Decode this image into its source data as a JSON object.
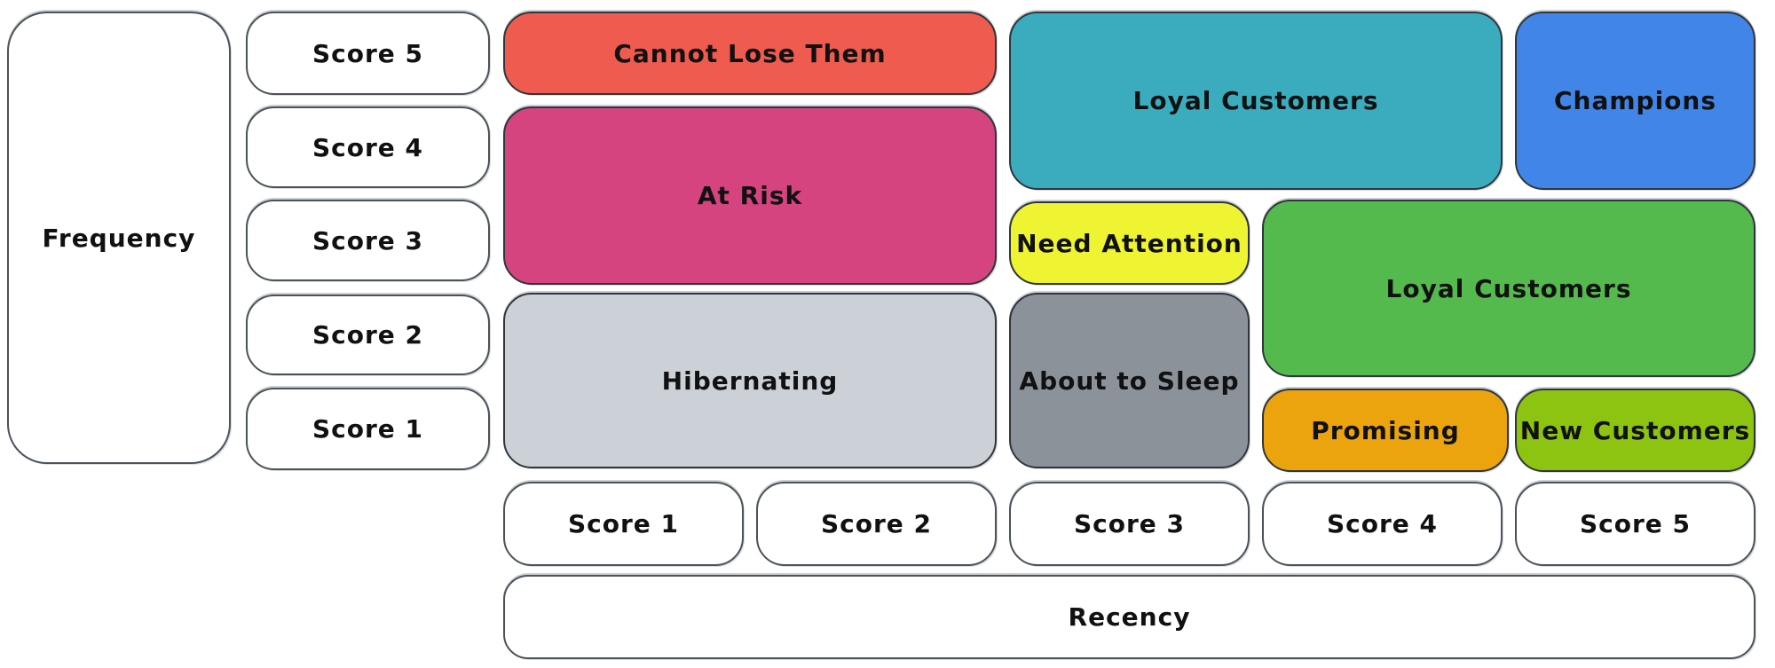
{
  "axes": {
    "frequency": {
      "label": "Frequency",
      "scores": [
        "Score 5",
        "Score 4",
        "Score 3",
        "Score 2",
        "Score 1"
      ]
    },
    "recency": {
      "label": "Recency",
      "scores": [
        "Score 1",
        "Score 2",
        "Score 3",
        "Score 4",
        "Score 5"
      ]
    }
  },
  "segments": {
    "cannot_lose_them": {
      "label": "Cannot Lose Them",
      "color": "#ef5b4f"
    },
    "at_risk": {
      "label": "At Risk",
      "color": "#d64480"
    },
    "hibernating": {
      "label": "Hibernating",
      "color": "#ccd1d7"
    },
    "loyal_customers_top": {
      "label": "Loyal Customers",
      "color": "#3aacbe"
    },
    "champions": {
      "label": "Champions",
      "color": "#4285e8"
    },
    "need_attention": {
      "label": "Need Attention",
      "color": "#eef332"
    },
    "loyal_customers_right": {
      "label": "Loyal Customers",
      "color": "#55ba4d"
    },
    "about_to_sleep": {
      "label": "About to Sleep",
      "color": "#8c929a"
    },
    "promising": {
      "label": "Promising",
      "color": "#eca40e"
    },
    "new_customers": {
      "label": "New Customers",
      "color": "#8cc411"
    }
  }
}
